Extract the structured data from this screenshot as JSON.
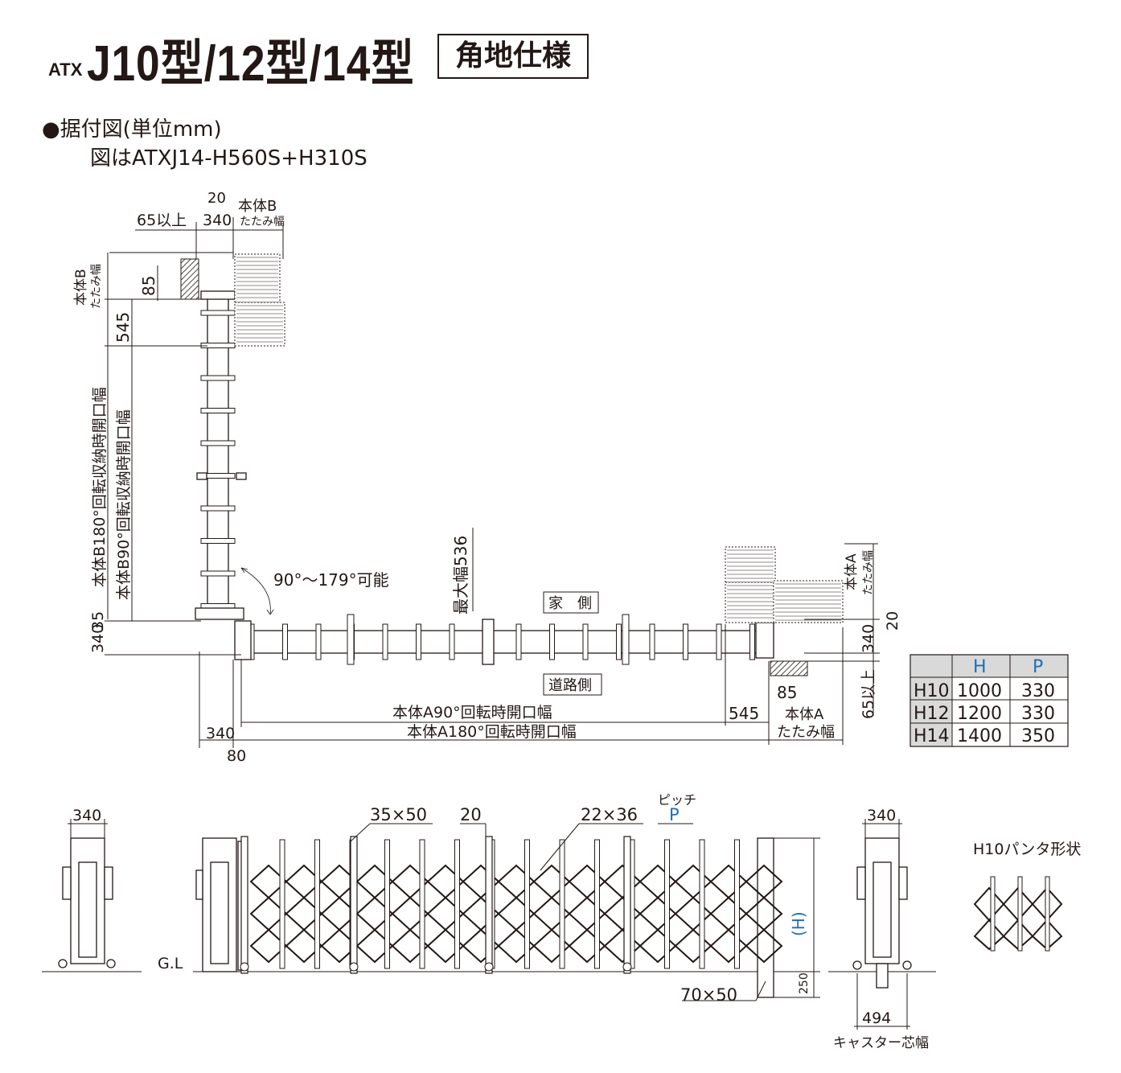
{
  "header": {
    "title_prefix": "ATX",
    "title_main": "J10型/12型/14型",
    "badge": "角地仕様",
    "subhead": "●据付図(単位mm)",
    "subnote": "図はATXJ14-H560S+H310S"
  },
  "plan": {
    "d_20": "20",
    "d_honbaiB_tatami": "本体B",
    "d_tatamihaba": "たたみ幅",
    "d_65": "65以上",
    "d_340_top": "340",
    "d_85_left": "85",
    "d_545_left": "545",
    "d_B180": "本体B180°回転収納時開口幅",
    "d_B90": "本体B90°回転収納時開口幅",
    "d_35": "35",
    "d_340_left": "340",
    "angle_label": "90°〜179°可能",
    "max_width": "最大幅536",
    "house_side": "家　側",
    "road_side": "道路側",
    "d_A90": "本体A90°回転時開口幅",
    "d_A180": "本体A180°回転時開口幅",
    "d_545_right": "545",
    "d_85_right": "85",
    "d_A_label": "本体A",
    "d_340_bottom": "340",
    "d_80": "80",
    "d_20_right": "20",
    "d_340_right": "340",
    "d_65_right": "65以上"
  },
  "table": {
    "headers": [
      "",
      "H",
      "P"
    ],
    "rows": [
      [
        "H10",
        "1000",
        "330"
      ],
      [
        "H12",
        "1200",
        "330"
      ],
      [
        "H14",
        "1400",
        "350"
      ]
    ],
    "header_color": "#1f6fb5",
    "shade_color": "#d9d9d9"
  },
  "elevation": {
    "d_340_left": "340",
    "d_35x50": "35×50",
    "d_20": "20",
    "d_22x36": "22×36",
    "pitch": "ピッチ",
    "pitch_p": "P",
    "d_340_right": "340",
    "gl": "G.L",
    "h_label": "(H)",
    "d_250": "250",
    "d_70x50": "70×50",
    "d_494": "494",
    "caster": "キャスター芯幅",
    "h10_shape": "H10パンタ形状"
  },
  "colors": {
    "accent": "#1f6fb5",
    "ink": "#231815"
  }
}
